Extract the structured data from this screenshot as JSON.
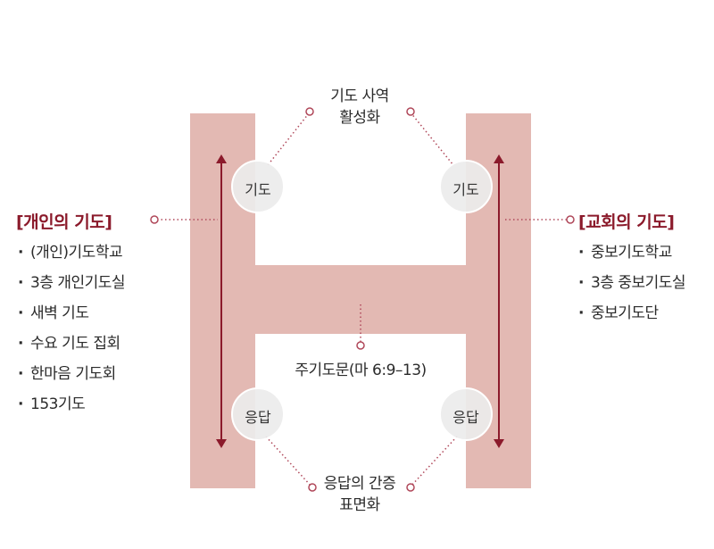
{
  "colors": {
    "h_shape": "#e3b9b3",
    "arrow": "#8b1a2b",
    "heading": "#8b1a2b",
    "dotted": "#b0485a",
    "circle_fill": "#ececec"
  },
  "top_caption": {
    "line1": "기도 사역",
    "line2": "활성화"
  },
  "bottom_caption": {
    "line1": "응답의 간증",
    "line2": "표면화"
  },
  "center_caption": "주기도문(마 6:9–13)",
  "nodes": {
    "top_left": "기도",
    "top_right": "기도",
    "bottom_left": "응답",
    "bottom_right": "응답"
  },
  "left_panel": {
    "heading": "[개인의 기도]",
    "items": [
      "(개인)기도학교",
      "3층 개인기도실",
      "새벽 기도",
      "수요 기도 집회",
      "한마음 기도회",
      "153기도"
    ]
  },
  "right_panel": {
    "heading": "[교회의 기도]",
    "items": [
      "중보기도학교",
      "3층 중보기도실",
      "중보기도단"
    ]
  },
  "bullet_char": "·"
}
